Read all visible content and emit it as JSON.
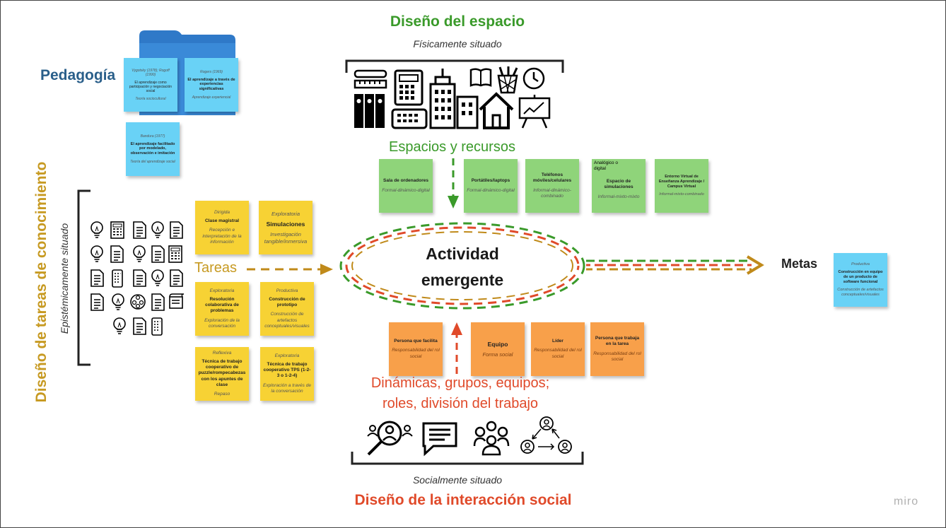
{
  "space": {
    "title": "Diseño del espacio",
    "subtitle": "Físicamente situado",
    "resources_label": "Espacios y recursos",
    "notes": [
      {
        "top": "",
        "main": "Sala de ordenadores",
        "bottom": "Formal-dinámico-digital"
      },
      {
        "top": "",
        "main": "Portátiles/laptops",
        "bottom": "Formal-dinámico-digital"
      },
      {
        "top": "",
        "main": "Teléfonos móviles/celulares",
        "bottom": "Informal-dinámico-combinado"
      },
      {
        "top": "Analógico o digital",
        "main": "Espacio de simulaciones",
        "bottom": "Informal-mixto-mixto"
      },
      {
        "top": "",
        "main": "Entorno Virtual de Enseñanza Aprendizaje / Campus Virtual",
        "bottom": "Informal-mixto-combinado"
      }
    ]
  },
  "pedagogy": {
    "title": "Pedagogía",
    "notes": [
      {
        "top": "Vygotsky (1978); Rogoff (1990)",
        "main": "El aprendizaje como participación y negociación social",
        "bottom": "Teoría sociocultural"
      },
      {
        "top": "Rogers (1969)",
        "main": "El aprendizaje a través de experiencias significativas",
        "bottom": "Aprendizaje experiencial"
      },
      {
        "top": "Bandura (1977)",
        "main": "El aprendizaje facilitado por modelado, observación e imitación",
        "bottom": "Teoría del aprendizaje social"
      }
    ]
  },
  "tasks": {
    "title": "Diseño de tareas de conocimiento",
    "subtitle": "Epistémicamente situado",
    "label": "Tareas",
    "notes": [
      {
        "top": "Dirigida",
        "main": "Clase magistral",
        "bottom": "Recepción e interpretación de la información"
      },
      {
        "top": "Exploratoria",
        "main": "Simulaciones",
        "bottom": "Investigación tangible/inmersiva"
      },
      {
        "top": "Exploratoria",
        "main": "Resolución colaborativa de problemas",
        "bottom": "Exploración de la conversación"
      },
      {
        "top": "Productiva",
        "main": "Construcción de prototipo",
        "bottom": "Construcción de artefactos conceptuales/visuales"
      },
      {
        "top": "Reflexiva",
        "main": "Técnica de trabajo cooperativo de puzzle/rompecabezas con los apuntes de clase",
        "bottom": "Repaso"
      },
      {
        "top": "Exploratoria",
        "main": "Técnica de trabajo cooperativo TPS (1-2-3 o 1-2-4)",
        "bottom": "Exploración a través de la conversación"
      }
    ]
  },
  "center": {
    "line1": "Actividad",
    "line2": "emergente"
  },
  "goals": {
    "label": "Metas",
    "note": {
      "top": "Productiva",
      "main": "Construcción en equipo de un producto de software funcional",
      "bottom": "Construcción de artefactos conceptuales/visuales"
    }
  },
  "social": {
    "title": "Diseño de la interacción social",
    "subtitle": "Socialmente situado",
    "label_line1": "Dinámicas, grupos,  equipos;",
    "label_line2": "roles, división del trabajo",
    "notes": [
      {
        "top": "",
        "main": "Persona que facilita",
        "bottom": "Responsabilidad del rol social"
      },
      {
        "top": "",
        "main": "Equipo",
        "bottom": "Forma social"
      },
      {
        "top": "",
        "main": "Líder",
        "bottom": "Responsabilidad del rol social"
      },
      {
        "top": "",
        "main": "Persona que trabaja en la tarea",
        "bottom": "Responsabilidad del rol social"
      }
    ]
  },
  "brand": "miro",
  "colors": {
    "space_green": "#3a9a2a",
    "pedagogy_blue": "#2a5f8a",
    "tasks_gold": "#c79a22",
    "social_red": "#e04a2a",
    "arrow_gold": "#c08a1a"
  }
}
